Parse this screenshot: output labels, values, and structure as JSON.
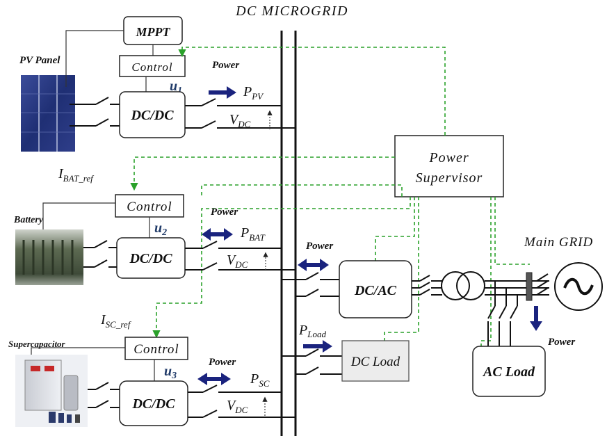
{
  "diagram": {
    "title": "DC MICROGRID",
    "sources": {
      "pv": {
        "label": "PV Panel",
        "mppt": "MPPT",
        "control": "Control",
        "converter": "DC/DC",
        "u_base": "u",
        "u_sub": "1",
        "power": "Power",
        "p_base": "P",
        "p_sub": "PV",
        "v_base": "V",
        "v_sub": "DC"
      },
      "battery": {
        "label": "Battery",
        "ref_base": "I",
        "ref_sub": "BAT_ref",
        "control": "Control",
        "converter": "DC/DC",
        "u_base": "u",
        "u_sub": "2",
        "power": "Power",
        "p_base": "P",
        "p_sub": "BAT",
        "v_base": "V",
        "v_sub": "DC"
      },
      "supercap": {
        "label": "Supercapacitor",
        "ref_base": "I",
        "ref_sub": "SC_ref",
        "control": "Control",
        "converter": "DC/DC",
        "u_base": "u",
        "u_sub": "3",
        "power": "Power",
        "p_base": "P",
        "p_sub": "SC",
        "v_base": "V",
        "v_sub": "DC"
      }
    },
    "supervisor": {
      "line1": "Power",
      "line2": "Supervisor"
    },
    "inverter": {
      "label": "DC/AC",
      "power": "Power"
    },
    "dc_load": {
      "label": "DC Load",
      "p_base": "P",
      "p_sub": "Load"
    },
    "ac_load": {
      "label": "AC Load",
      "power": "Power"
    },
    "grid": {
      "label": "Main GRID"
    },
    "colors": {
      "signal": "#2aa12a",
      "arrow": "#1a237e",
      "label_blue": "#1f3a68"
    }
  }
}
